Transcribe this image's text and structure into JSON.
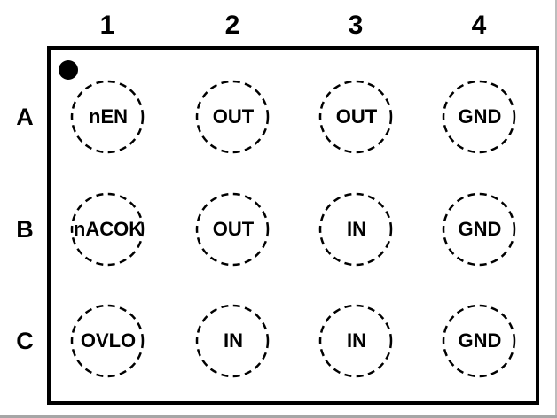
{
  "diagram": {
    "type": "ic-ball-map",
    "columns": [
      "1",
      "2",
      "3",
      "4"
    ],
    "rows": [
      {
        "label": "A",
        "cells": [
          "nEN",
          "OUT",
          "OUT",
          "GND"
        ]
      },
      {
        "label": "B",
        "cells": [
          "nACOK",
          "OUT",
          "IN",
          "GND"
        ]
      },
      {
        "label": "C",
        "cells": [
          "OVLO",
          "IN",
          "IN",
          "GND"
        ]
      }
    ]
  },
  "colors": {
    "line": "#000000",
    "text": "#000000",
    "background": "#ffffff"
  }
}
